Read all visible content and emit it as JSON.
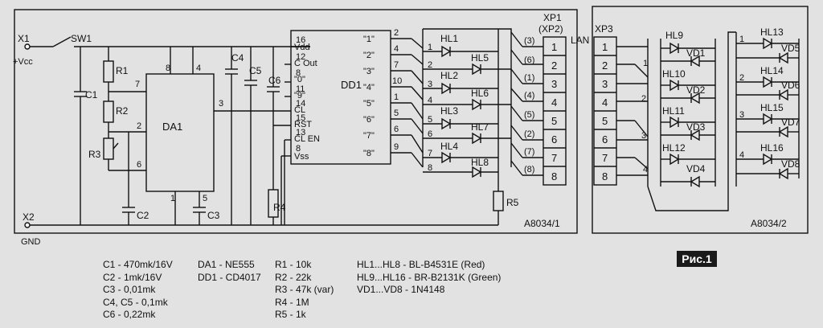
{
  "board1": {
    "id": "A8034/1",
    "connector_x1": "X1",
    "supply": "+Vcc",
    "connector_x2": "X2",
    "ground": "GND",
    "switch": "SW1",
    "r1": "R1",
    "r2": "R2",
    "r3": "R3",
    "r4": "R4",
    "r5": "R5",
    "c1": "C1",
    "c2": "C2",
    "c3": "C3",
    "c4": "C4",
    "c5": "C5",
    "c6": "C6",
    "timer": {
      "name": "DA1",
      "pins": [
        "8",
        "4",
        "7",
        "3",
        "2",
        "6",
        "1",
        "5"
      ]
    },
    "counter": {
      "name": "DD1",
      "left_pins": [
        {
          "num": "16",
          "name": "Vdd"
        },
        {
          "num": "12",
          "name": "C Out"
        },
        {
          "num": "8",
          "name": "\"0\""
        },
        {
          "num": "11",
          "name": "\"9\""
        },
        {
          "num": "14",
          "name": "CL"
        },
        {
          "num": "15",
          "name": "RST"
        },
        {
          "num": "13",
          "name": "CL EN"
        },
        {
          "num": "8",
          "name": "Vss"
        }
      ],
      "right_pins": [
        {
          "name": "\"1\"",
          "num": "2"
        },
        {
          "name": "\"2\"",
          "num": "4"
        },
        {
          "name": "\"3\"",
          "num": "7"
        },
        {
          "name": "\"4\"",
          "num": "10"
        },
        {
          "name": "\"5\"",
          "num": "1"
        },
        {
          "name": "\"6\"",
          "num": "5"
        },
        {
          "name": "\"7\"",
          "num": "6"
        },
        {
          "name": "\"8\"",
          "num": "9"
        }
      ]
    },
    "leds": [
      "HL1",
      "HL5",
      "HL2",
      "HL6",
      "HL3",
      "HL7",
      "HL4",
      "HL8"
    ],
    "bus_numbers": [
      "1",
      "2",
      "3",
      "4",
      "5",
      "6",
      "7",
      "8"
    ],
    "xp1_title": "XP1",
    "xp1_subtitle": "(XP2)",
    "xp1_pin_map": [
      "(3)",
      "(6)",
      "(1)",
      "(4)",
      "(5)",
      "(2)",
      "(7)",
      "(8)"
    ],
    "xp1_pins": [
      "1",
      "2",
      "3",
      "4",
      "5",
      "6",
      "7",
      "8"
    ]
  },
  "board2": {
    "id": "A8034/2",
    "lan": "LAN",
    "xp3_title": "XP3",
    "xp3_pins": [
      "1",
      "2",
      "3",
      "4",
      "5",
      "6",
      "7",
      "8"
    ],
    "pair_labels": [
      "1",
      "2",
      "3",
      "4"
    ],
    "leds_left": [
      "HL9",
      "HL10",
      "HL11",
      "HL12"
    ],
    "diodes_left": [
      "VD1",
      "VD2",
      "VD3",
      "VD4"
    ],
    "leds_right": [
      "HL13",
      "HL14",
      "HL15",
      "HL16"
    ],
    "diodes_right": [
      "VD5",
      "VD6",
      "VD7",
      "VD8"
    ],
    "right_numbers": [
      "1",
      "2",
      "3",
      "4"
    ]
  },
  "legend": {
    "col1": [
      "C1 - 470mk/16V",
      "C2 - 1mk/16V",
      "C3 - 0,01mk",
      "C4, C5 - 0,1mk",
      "C6 - 0,22mk"
    ],
    "col2": [
      "DA1 - NE555",
      "DD1 - CD4017"
    ],
    "col3": [
      "R1 - 10k",
      "R2 - 22k",
      "R3 - 47k (var)",
      "R4 - 1M",
      "R5 - 1k"
    ],
    "col4": [
      "HL1...HL8 - BL-B4531E (Red)",
      "HL9...HL16 - BR-B2131K (Green)",
      "VD1...VD8 - 1N4148"
    ]
  },
  "figure_label": "Рис.1"
}
